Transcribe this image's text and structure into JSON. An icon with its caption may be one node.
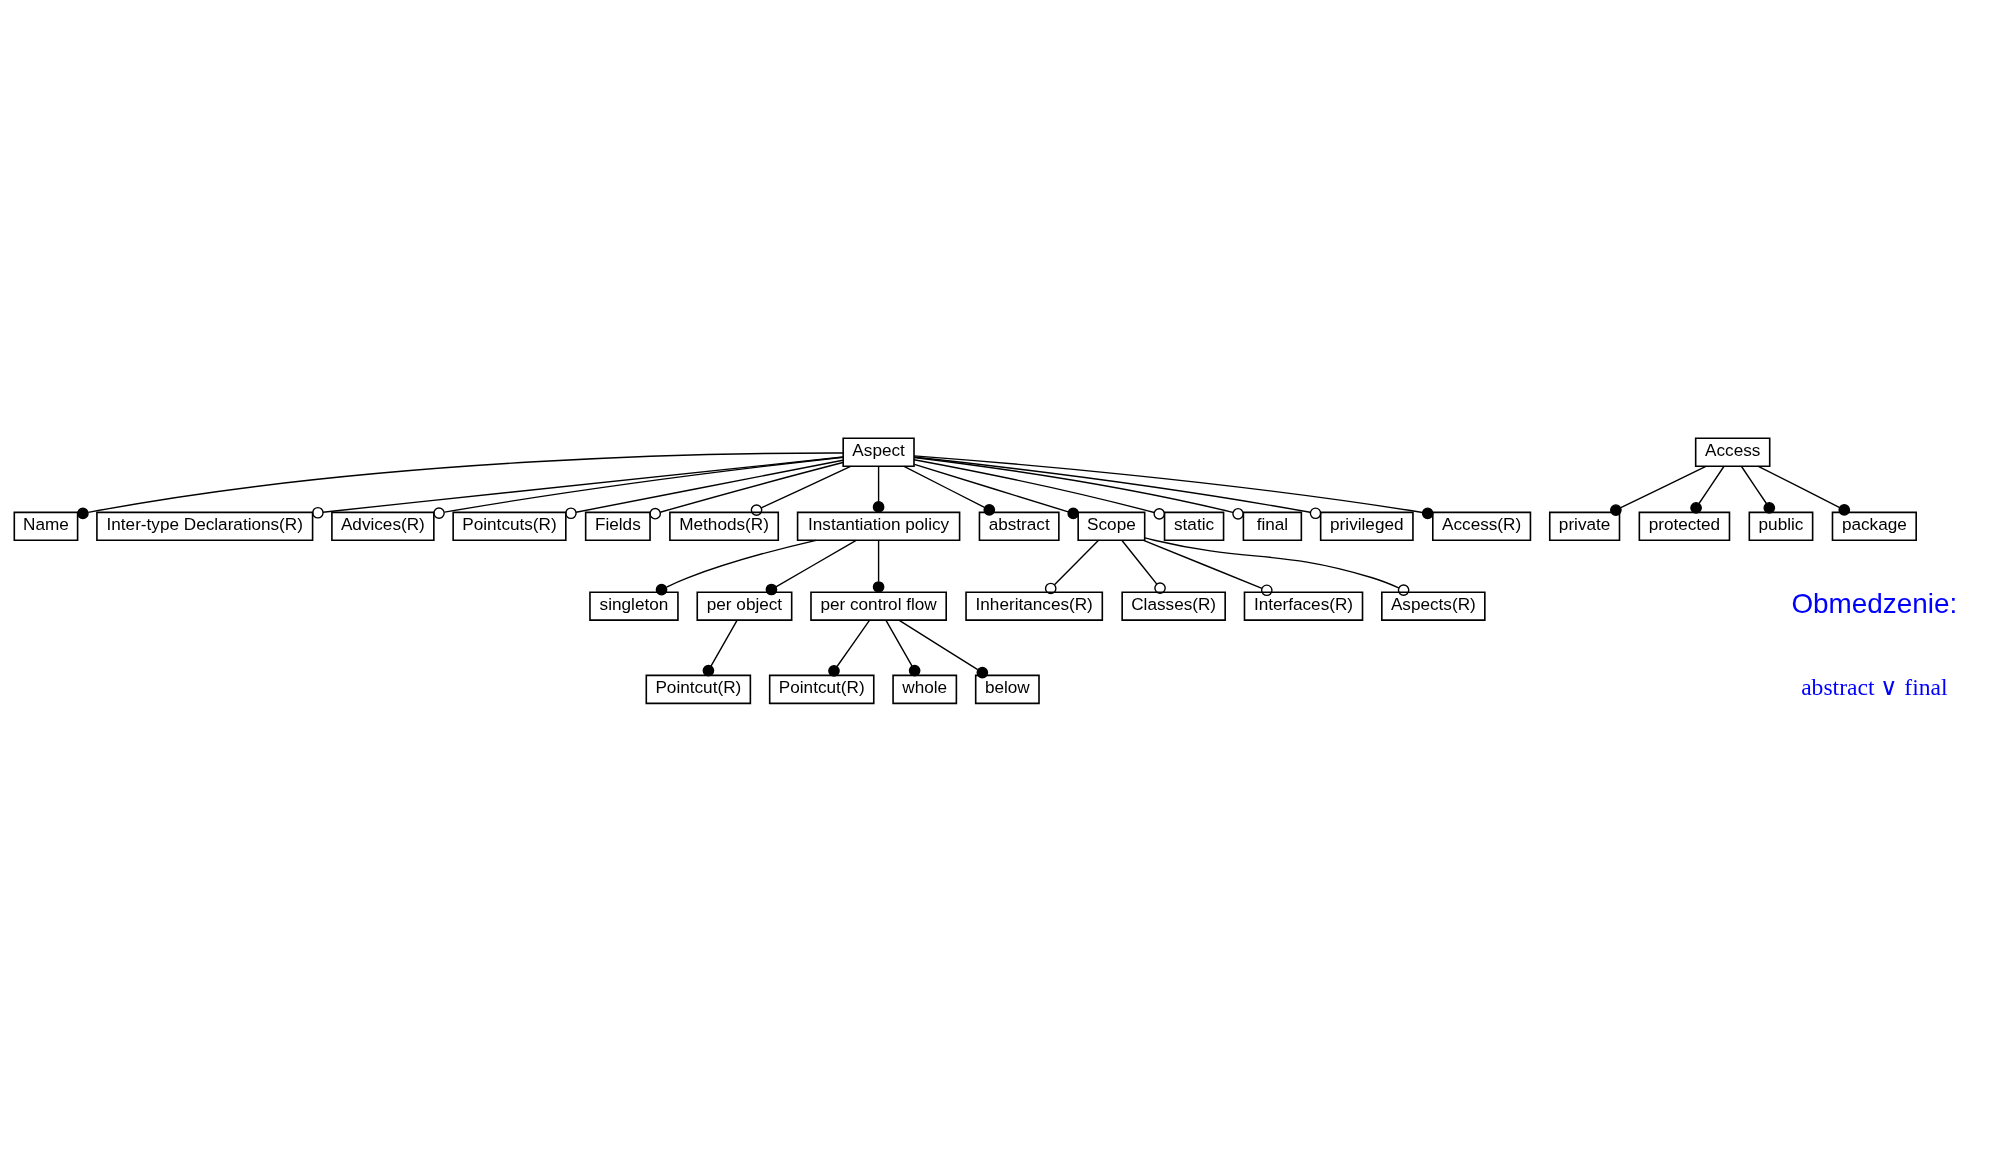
{
  "diagram": {
    "nodes": [
      {
        "text": [
          "Aspect"
        ]
      },
      {
        "text": [
          "Name"
        ]
      },
      {
        "text": [
          "Inter-type Declarations(R)"
        ]
      },
      {
        "text": [
          "Advices(R)"
        ]
      },
      {
        "text": [
          "Pointcuts(R)"
        ]
      },
      {
        "text": [
          "Fields"
        ]
      },
      {
        "text": [
          "Methods(R)"
        ]
      },
      {
        "text": [
          "Instantiation policy"
        ]
      },
      {
        "text": [
          "abstract"
        ]
      },
      {
        "text": [
          "Scope"
        ]
      },
      {
        "text": [
          "static"
        ]
      },
      {
        "text": [
          "final"
        ]
      },
      {
        "text": [
          "privileged"
        ]
      },
      {
        "text": [
          "Access(R)"
        ]
      },
      {
        "text": [
          "Inheritances(R)"
        ]
      },
      {
        "text": [
          "Classes(R)"
        ]
      },
      {
        "text": [
          "Interfaces(R)"
        ]
      },
      {
        "text": [
          "Aspects(R)"
        ]
      },
      {
        "text": [
          "Access"
        ]
      },
      {
        "text": [
          "private"
        ]
      },
      {
        "text": [
          "protected"
        ]
      },
      {
        "text": [
          "public"
        ]
      },
      {
        "text": [
          "package"
        ]
      },
      {
        "text": [
          "singleton"
        ]
      },
      {
        "text": [
          "per object"
        ]
      },
      {
        "text": [
          "per control flow"
        ]
      },
      {
        "text": [
          "Pointcut(R)"
        ]
      },
      {
        "text": [
          "Pointcut(R)"
        ]
      },
      {
        "text": [
          "whole"
        ]
      },
      {
        "text": [
          "below"
        ]
      }
    ],
    "edges": [
      {
        "from": 0,
        "to": 1,
        "arrow": "other"
      },
      {
        "from": 0,
        "to": 2,
        "arrow": "other"
      },
      {
        "from": 0,
        "to": 3,
        "arrow": "other"
      },
      {
        "from": 0,
        "to": 4,
        "arrow": "other"
      },
      {
        "from": 0,
        "to": 5,
        "arrow": "other"
      },
      {
        "from": 0,
        "to": 6,
        "arrow": "other"
      },
      {
        "from": 0,
        "to": 7,
        "arrow": "other"
      },
      {
        "from": 0,
        "to": 8,
        "arrow": "other"
      },
      {
        "from": 0,
        "to": 9,
        "arrow": "other"
      },
      {
        "from": 0,
        "to": 10,
        "arrow": "other"
      },
      {
        "from": 0,
        "to": 11,
        "arrow": "other"
      },
      {
        "from": 0,
        "to": 12,
        "arrow": "other"
      },
      {
        "from": 0,
        "to": 13,
        "arrow": "other"
      },
      {
        "from": 9,
        "to": 14,
        "arrow": "other"
      },
      {
        "from": 9,
        "to": 15,
        "arrow": "other"
      },
      {
        "from": 9,
        "to": 16,
        "arrow": "other"
      },
      {
        "from": 9,
        "to": 17,
        "arrow": "other"
      },
      {
        "from": 18,
        "to": 19,
        "arrow": "other"
      },
      {
        "from": 18,
        "to": 20,
        "arrow": "other"
      },
      {
        "from": 18,
        "to": 21,
        "arrow": "other"
      },
      {
        "from": 18,
        "to": 22,
        "arrow": "other"
      },
      {
        "from": 7,
        "to": 23,
        "arrow": "other"
      },
      {
        "from": 7,
        "to": 24,
        "arrow": "other"
      },
      {
        "from": 7,
        "to": 25,
        "arrow": "other"
      },
      {
        "from": 24,
        "to": 26,
        "arrow": "other"
      },
      {
        "from": 25,
        "to": 27,
        "arrow": "other"
      },
      {
        "from": 25,
        "to": 28,
        "arrow": "other"
      },
      {
        "from": 25,
        "to": 29,
        "arrow": "other"
      }
    ],
    "labels": [
      "Obmedzenie:",
      "abstract ∨ final"
    ]
  }
}
